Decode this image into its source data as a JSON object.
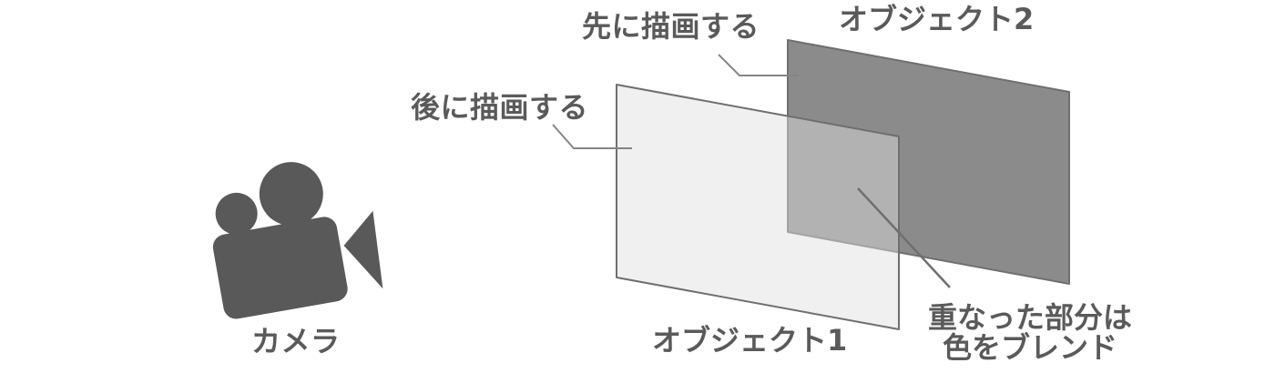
{
  "diagram": {
    "title_context": "draw-order and color blending diagram",
    "annotations": {
      "draw_first": "先に描画する",
      "draw_later": "後に描画する",
      "blend_note_line1": "重なった部分は",
      "blend_note_line2": "色をブレンド"
    },
    "objects": {
      "camera_label": "カメラ",
      "object1_label": "オブジェクト1",
      "object2_label": "オブジェクト2"
    },
    "colors": {
      "background": "#ffffff",
      "object2_fill": "#8b8b8b",
      "object1_fill_over_white": "#f0f0f0",
      "overlap_blend_fill": "#b2b2b2",
      "shape_outline": "#6f6f6f",
      "leader_line": "#858585",
      "blend_leader_line": "#6f6f6f",
      "text": "#5a5a5a",
      "camera_icon": "#595959"
    }
  }
}
